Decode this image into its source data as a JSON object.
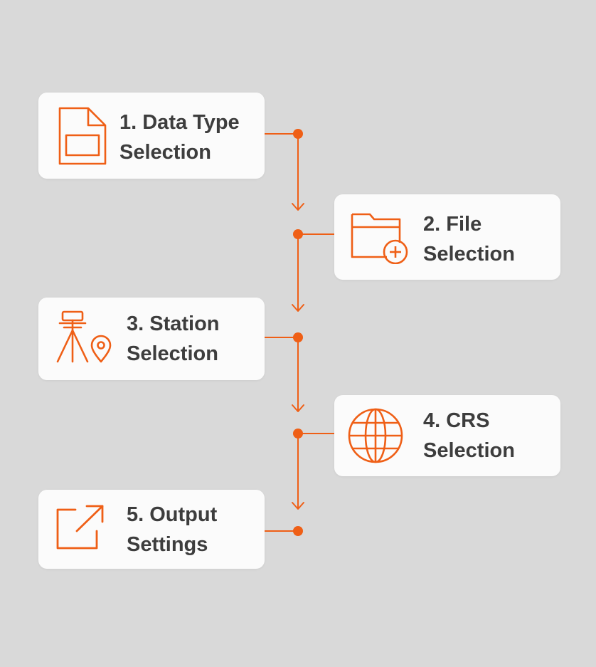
{
  "accent_color": "#ef5f16",
  "steps": [
    {
      "line1": "1. Data Type",
      "line2": "Selection",
      "icon": "document-icon"
    },
    {
      "line1": "2. File",
      "line2": "Selection",
      "icon": "folder-add-icon"
    },
    {
      "line1": "3. Station",
      "line2": "Selection",
      "icon": "survey-tripod-icon"
    },
    {
      "line1": "4. CRS",
      "line2": "Selection",
      "icon": "globe-icon"
    },
    {
      "line1": "5. Output",
      "line2": "Settings",
      "icon": "external-link-icon"
    }
  ]
}
